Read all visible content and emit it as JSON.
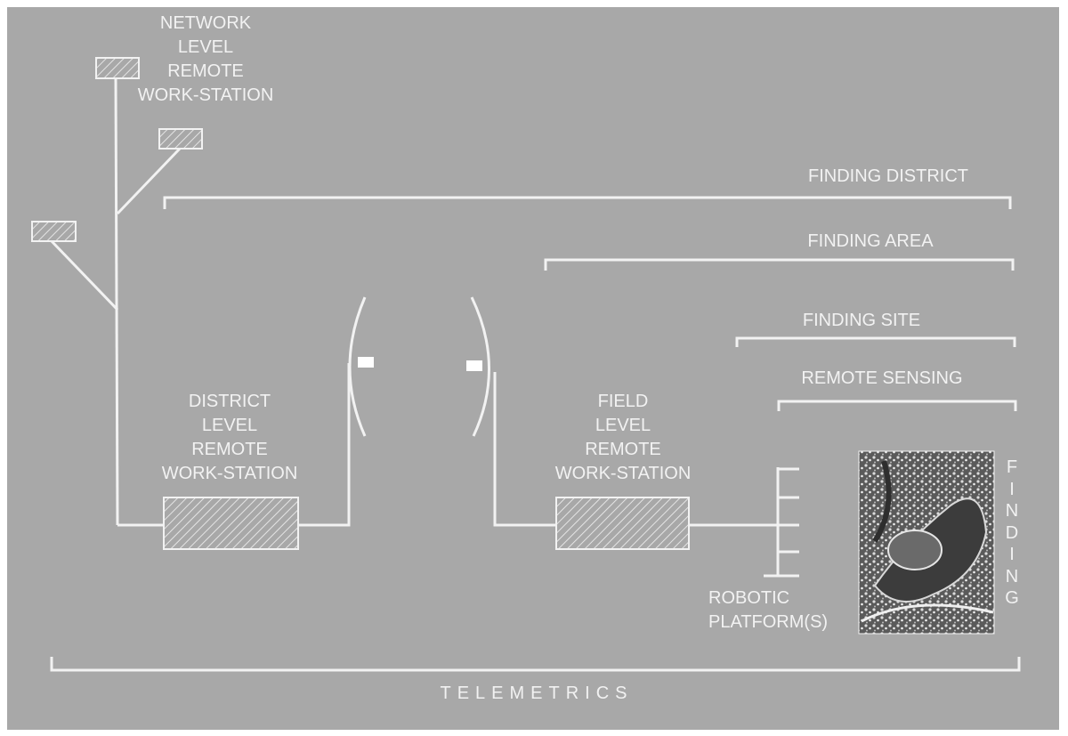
{
  "labels": {
    "network_workstation": [
      "NETWORK",
      "LEVEL",
      "REMOTE",
      "WORK-STATION"
    ],
    "district_workstation": [
      "DISTRICT",
      "LEVEL",
      "REMOTE",
      "WORK-STATION"
    ],
    "field_workstation": [
      "FIELD",
      "LEVEL",
      "REMOTE",
      "WORK-STATION"
    ],
    "robotic_platform": [
      "ROBOTIC",
      "PLATFORM(S)"
    ],
    "finding_district": "FINDING DISTRICT",
    "finding_area": "FINDING AREA",
    "finding_site": "FINDING SITE",
    "remote_sensing": "REMOTE SENSING",
    "telemetrics": "TELEMETRICS",
    "finding_vertical": [
      "F",
      "I",
      "N",
      "D",
      "I",
      "N",
      "G"
    ]
  },
  "colors": {
    "background": "#a8a8a8",
    "line": "#f2f2f2",
    "hatch": "#e0e0e0"
  },
  "icons": {
    "workstation": "hatched-rectangle-icon",
    "antenna": "satellite-dish-icon",
    "photo": "aerial-photo-icon"
  }
}
